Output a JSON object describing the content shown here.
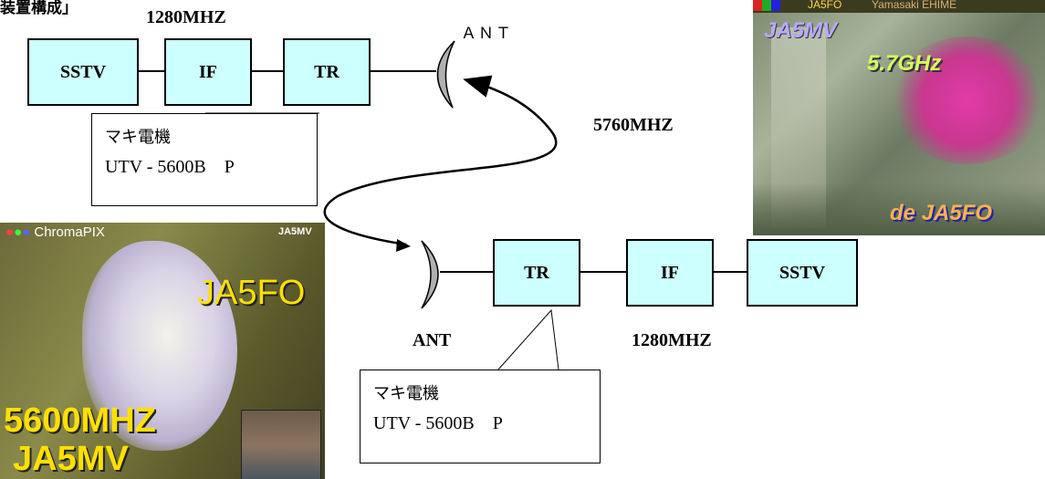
{
  "title": "装置構成」",
  "top": {
    "freq": "1280MHZ",
    "boxes": [
      "SSTV",
      "IF",
      "TR"
    ],
    "ant": "ＡＮＴ",
    "callout": {
      "maker": "マキ電機",
      "model": "UTV - 5600B　P"
    }
  },
  "link_freq": "5760MHZ",
  "bottom": {
    "ant": "ANT",
    "freq": "1280MHZ",
    "boxes": [
      "TR",
      "IF",
      "SSTV"
    ],
    "callout": {
      "maker": "マキ電機",
      "model": "UTV - 5600B　P"
    }
  },
  "photo_right": {
    "header": "JA5FO",
    "header_small": "Yamasaki EHIME",
    "call_top": "JA5MV",
    "band": "5.7GHz",
    "sign": "de JA5FO"
  },
  "photo_left": {
    "brand": "ChromaPIX",
    "corner": "JA5MV",
    "call": "JA5FO",
    "freq": "5600MHZ",
    "call_bottom": "JA5MV"
  },
  "colors": {
    "box_fill": "#ccffff",
    "antenna": "#b0b0b0"
  }
}
